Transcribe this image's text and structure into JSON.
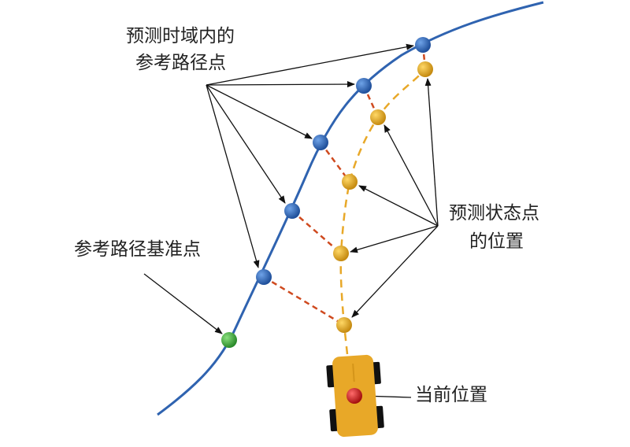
{
  "labels": {
    "ref_points_line1": "预测时域内的",
    "ref_points_line2": "参考路径点",
    "ref_base_point": "参考路径基准点",
    "pred_states_line1": "预测状态点",
    "pred_states_line2": "的位置",
    "current_position": "当前位置"
  },
  "colors": {
    "reference_path": "#2f63b0",
    "reference_point": "#2e6fc4",
    "base_point": "#3fae3a",
    "predicted_point": "#e8a820",
    "error_line": "#cf4a1f",
    "vehicle": "#e8a828",
    "current_point": "#cc1f1f"
  }
}
